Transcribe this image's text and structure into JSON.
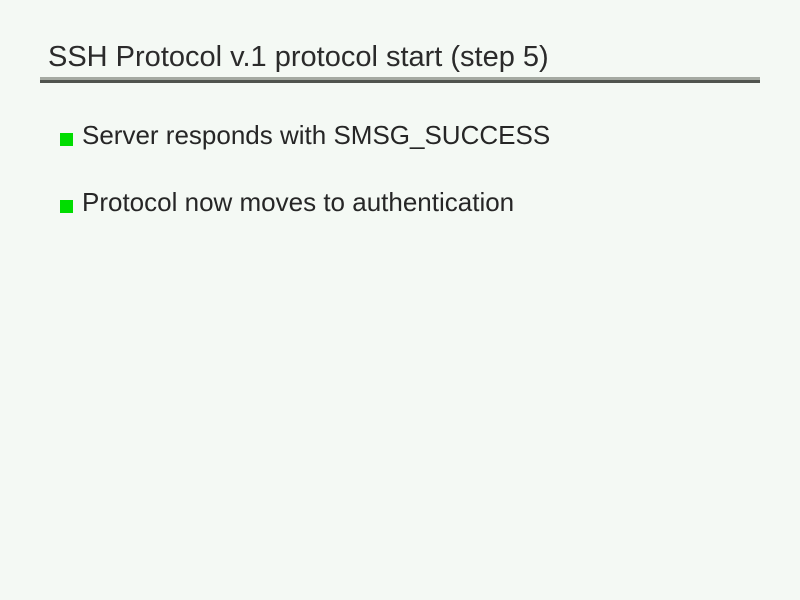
{
  "slide": {
    "title": "SSH Protocol v.1 protocol start (step 5)",
    "bullets": [
      {
        "label": "Server responds with SMSG_SUCCESS"
      },
      {
        "label": "Protocol now moves to authentication"
      }
    ],
    "colors": {
      "background": "#f4f9f4",
      "title_text": "#2b2b2b",
      "body_text": "#262626",
      "bullet_marker": "#00dd00",
      "rule_top": "#a5aaa2",
      "rule_bottom": "#50544e"
    }
  }
}
